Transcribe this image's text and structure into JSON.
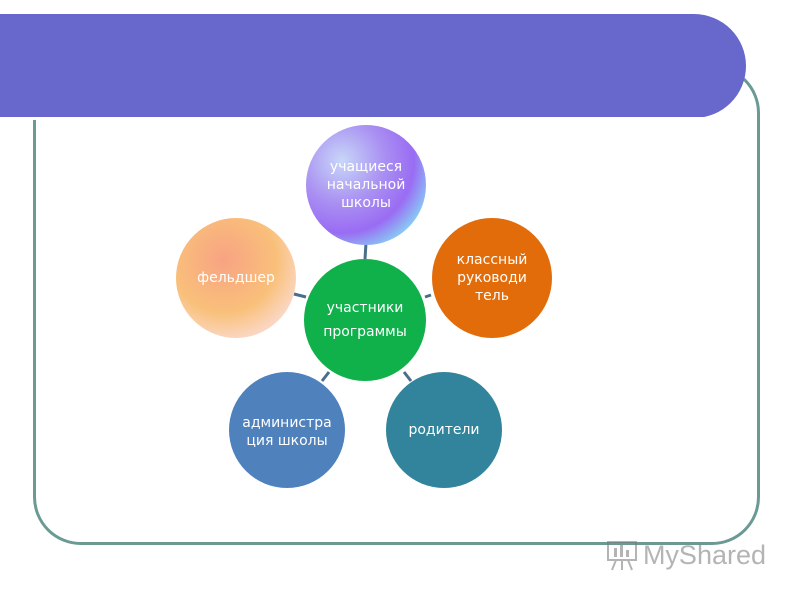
{
  "diagram": {
    "center": {
      "label": "участники\nпрограммы",
      "color": "#10b14b"
    },
    "nodes": [
      {
        "id": "students",
        "label": "учащиеся\nначальной\nшколы",
        "fill": "gradient-lilac"
      },
      {
        "id": "class-teacher",
        "label": "классный\nруководи\nтель",
        "fill": "#e36c0a"
      },
      {
        "id": "parents",
        "label": "родители",
        "fill": "#31849b"
      },
      {
        "id": "administration",
        "label": "администра\nция школы",
        "fill": "#4f81bd"
      },
      {
        "id": "medic",
        "label": "фельдшер",
        "fill": "gradient-peach"
      }
    ]
  },
  "colors": {
    "banner": "#6767cc",
    "frame_border": "#6b9a94",
    "connector": "#4a6e8c"
  },
  "watermark": {
    "text": "MyShared"
  }
}
